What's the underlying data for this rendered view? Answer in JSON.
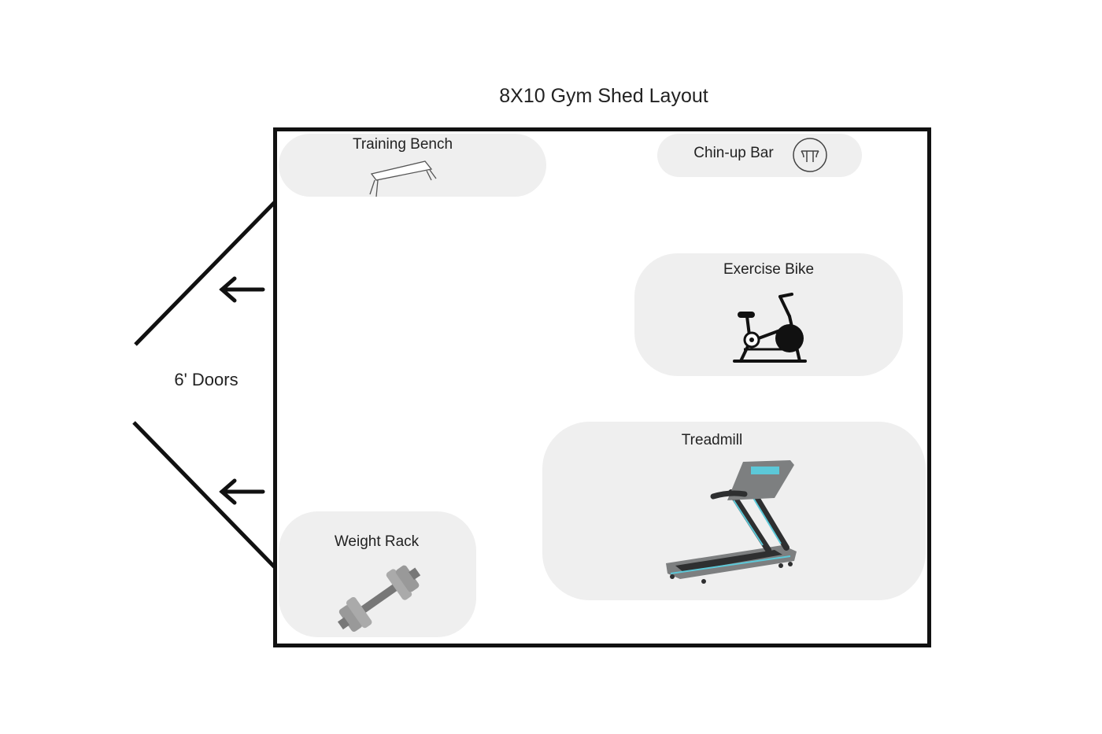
{
  "title": "8X10 Gym Shed Layout",
  "doors": {
    "label": "6' Doors"
  },
  "zones": {
    "training_bench": {
      "label": "Training Bench",
      "icon": "bench-icon"
    },
    "chin_up_bar": {
      "label": "Chin-up Bar",
      "icon": "chin-up-bar-icon"
    },
    "exercise_bike": {
      "label": "Exercise Bike",
      "icon": "exercise-bike-icon"
    },
    "treadmill": {
      "label": "Treadmill",
      "icon": "treadmill-icon"
    },
    "weight_rack": {
      "label": "Weight Rack",
      "icon": "dumbbell-icon"
    }
  },
  "colors": {
    "zone_fill": "#efefef",
    "wall": "#111111",
    "treadmill_accent": "#5cc8d8"
  }
}
